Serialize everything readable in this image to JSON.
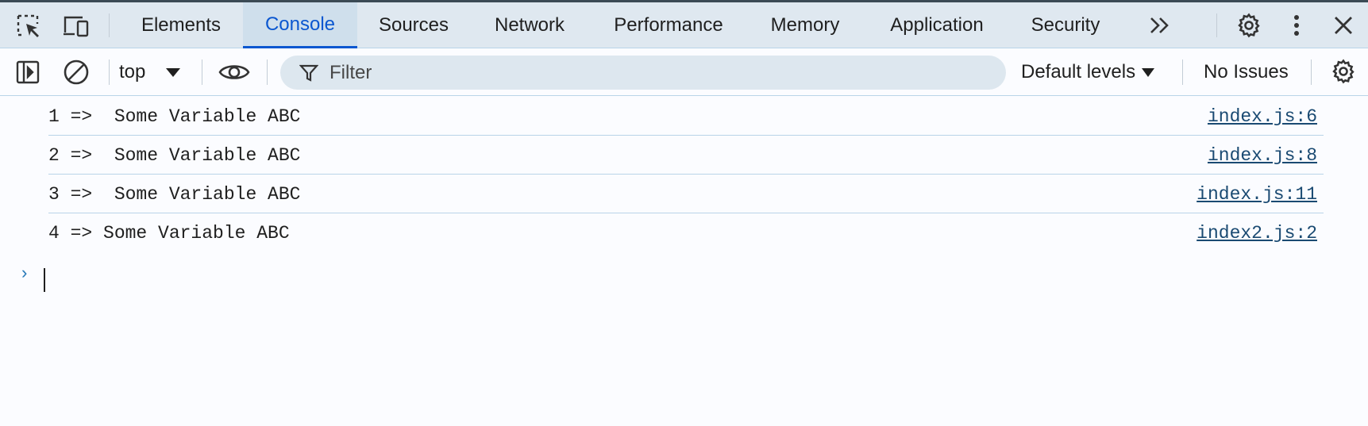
{
  "tabbar": {
    "icons": {
      "inspect": "inspect-element-icon",
      "device": "device-toolbar-icon",
      "more_tabs": "chevron-double-right-icon",
      "settings": "gear-icon",
      "menu": "kebab-menu-icon",
      "close": "close-icon"
    },
    "tabs": [
      {
        "label": "Elements",
        "active": false
      },
      {
        "label": "Console",
        "active": true
      },
      {
        "label": "Sources",
        "active": false
      },
      {
        "label": "Network",
        "active": false
      },
      {
        "label": "Performance",
        "active": false
      },
      {
        "label": "Memory",
        "active": false
      },
      {
        "label": "Application",
        "active": false
      },
      {
        "label": "Security",
        "active": false
      }
    ]
  },
  "toolbar": {
    "icons": {
      "sidebar": "sidebar-toggle-icon",
      "clear": "clear-console-icon",
      "live_expression": "eye-icon",
      "filter": "filter-funnel-icon",
      "settings": "gear-icon"
    },
    "context": "top",
    "filter_placeholder": "Filter",
    "filter_value": "",
    "levels": "Default levels",
    "issues": "No Issues"
  },
  "console": {
    "messages": [
      {
        "text": "1 =>  Some Variable ABC",
        "source": "index.js:6"
      },
      {
        "text": "2 =>  Some Variable ABC",
        "source": "index.js:8"
      },
      {
        "text": "3 =>  Some Variable ABC",
        "source": "index.js:11"
      },
      {
        "text": "4 => Some Variable ABC",
        "source": "index2.js:2"
      }
    ],
    "prompt": "›"
  },
  "colors": {
    "accent": "#0b57d0",
    "tabbar_bg": "#dfe8f0",
    "link": "#1a4a72",
    "divider": "#b9d4e8"
  }
}
